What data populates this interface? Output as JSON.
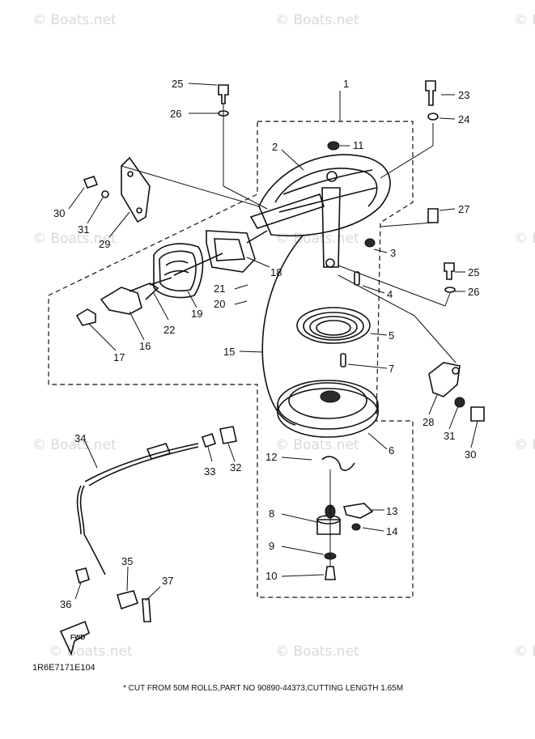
{
  "watermark": "© Boats.net",
  "diagram_code": "1R6E7171E104",
  "footnote": "* CUT FROM 50M ROLLS,PART NO 90890-44373,CUTTING LENGTH 1.65M",
  "fwd_label": "FWD",
  "callouts": [
    "1",
    "2",
    "3",
    "4",
    "5",
    "6",
    "7",
    "8",
    "9",
    "10",
    "11",
    "12",
    "13",
    "14",
    "15",
    "16",
    "17",
    "18",
    "19",
    "20",
    "21",
    "22",
    "23",
    "24",
    "25",
    "26",
    "27",
    "28",
    "29",
    "30",
    "31",
    "32",
    "33",
    "34",
    "35",
    "36",
    "37",
    "25",
    "26",
    "30",
    "31"
  ]
}
